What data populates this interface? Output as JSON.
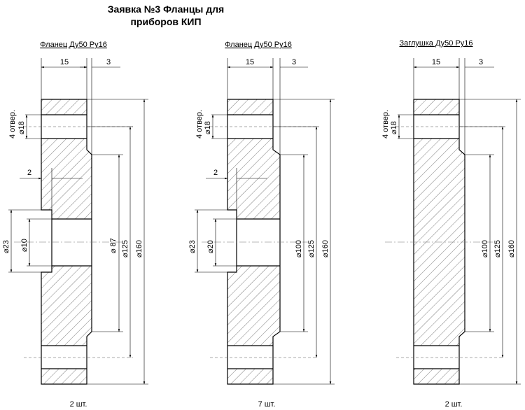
{
  "title": {
    "line1": "Заявка №3 Фланцы для",
    "line2": "приборов КИП"
  },
  "parts": [
    {
      "label": "Фланец Ду50 Ру16",
      "quantity": "2 шт.",
      "dims": {
        "width": "15",
        "step": "3",
        "holes": "4 отвер.",
        "hole_d": "⌀18",
        "gap": "2",
        "d_outer_hole": "⌀23",
        "d_inner_hole": "⌀10",
        "d_raised": "⌀ 87",
        "d_bolt": "⌀125",
        "d_outer": "⌀160"
      }
    },
    {
      "label": "Фланец Ду50 Ру16",
      "quantity": "7 шт.",
      "dims": {
        "width": "15",
        "step": "3",
        "holes": "4 отвер.",
        "hole_d": "⌀18",
        "gap": "2",
        "d_outer_hole": "⌀23",
        "d_inner_hole": "⌀20",
        "d_raised": "⌀100",
        "d_bolt": "⌀125",
        "d_outer": "⌀160"
      }
    },
    {
      "label": "Заглушка Ду50 Ру16",
      "quantity": "2 шт.",
      "dims": {
        "width": "15",
        "step": "3",
        "holes": "4 отвер.",
        "hole_d": "⌀18",
        "d_raised": "⌀100",
        "d_bolt": "⌀125",
        "d_outer": "⌀160"
      }
    }
  ]
}
